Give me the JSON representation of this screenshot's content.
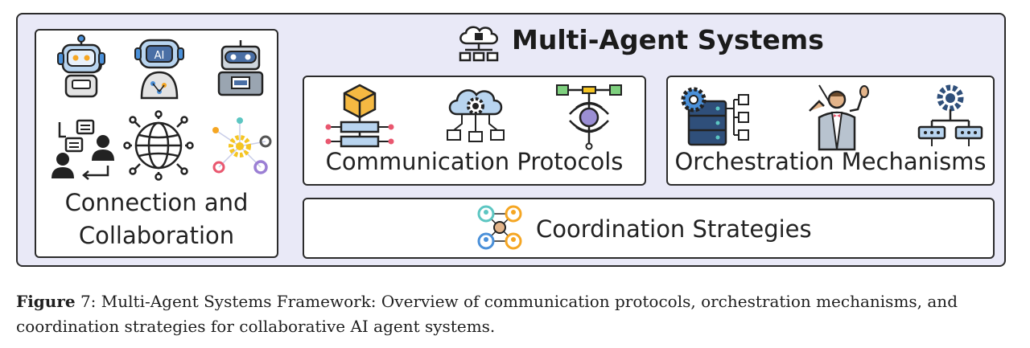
{
  "title": "Multi-Agent Systems",
  "sections": {
    "connection": {
      "label_line1": "Connection and",
      "label_line2": "Collaboration"
    },
    "communication": {
      "label": "Communication Protocols"
    },
    "orchestration": {
      "label": "Orchestration Mechanisms"
    },
    "coordination": {
      "label": "Coordination Strategies"
    }
  },
  "icons": {
    "ai_badge": "AI"
  },
  "caption": {
    "figure_label": "Figure",
    "figure_number": "7:",
    "text": "Multi-Agent Systems Framework: Overview of communication protocols, orchestration mechanisms, and coordination strategies for collaborative AI agent systems."
  },
  "colors": {
    "frame_bg": "#e9e9f7",
    "border": "#2b2b2b",
    "accent_blue": "#4a90d9",
    "accent_orange": "#f5a623",
    "accent_teal": "#5cc6c2"
  }
}
